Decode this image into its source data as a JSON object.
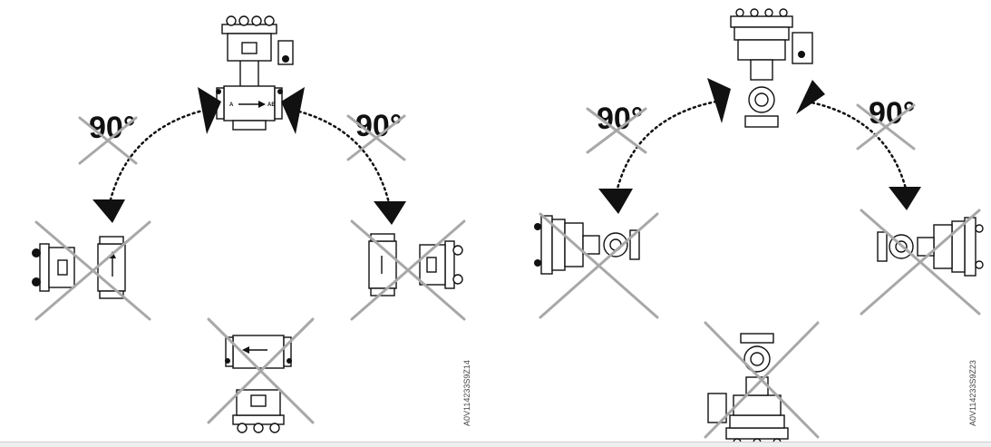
{
  "panels": [
    {
      "id": "left",
      "angle_labels": [
        "90°",
        "90°"
      ],
      "flow_label": "A",
      "flow_label_out": "AB",
      "doc_id": "A0V114233S9Z14"
    },
    {
      "id": "right",
      "angle_labels": [
        "90°",
        "90°"
      ],
      "doc_id": "A0V114233S9Z23"
    }
  ],
  "colors": {
    "line": "#111111",
    "cross": "#a8a8a8",
    "background": "#ffffff"
  },
  "icons": [
    "valve-actuator-icon",
    "prohibited-cross-icon",
    "rotation-arrow-icon"
  ]
}
